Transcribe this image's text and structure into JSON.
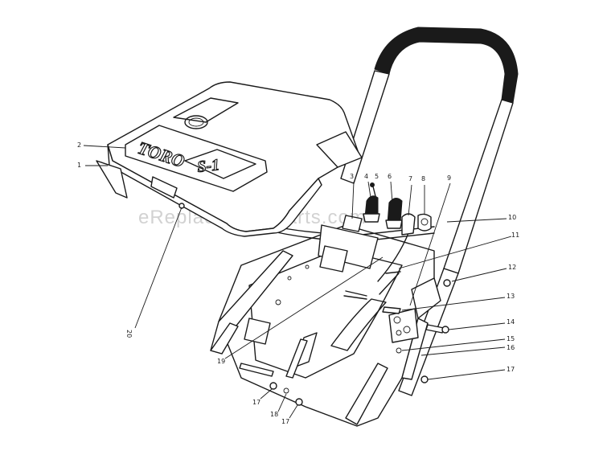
{
  "watermark": "eReplacementParts.com",
  "branding": {
    "logo_text": "TORO",
    "model_text": "S-1"
  },
  "callouts": [
    "1",
    "2",
    "3",
    "4",
    "5",
    "6",
    "7",
    "8",
    "9",
    "10",
    "11",
    "12",
    "13",
    "14",
    "15",
    "16",
    "17",
    "17",
    "17",
    "18",
    "19",
    "20"
  ],
  "colors": {
    "line": "#1a1a1a",
    "background": "#ffffff",
    "watermark": "#d2d2d2"
  }
}
